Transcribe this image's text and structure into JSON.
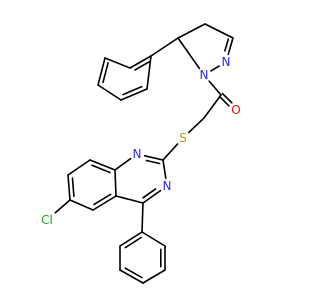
{
  "molecule": {
    "atoms": [
      {
        "id": "a1",
        "label": "",
        "color": "#000000"
      },
      {
        "id": "a2",
        "label": "N",
        "color": "#2b2bf0"
      },
      {
        "id": "a3",
        "label": "",
        "color": "#000000"
      },
      {
        "id": "a4",
        "label": "",
        "color": "#000000"
      },
      {
        "id": "a5",
        "label": "N",
        "color": "#2b2bf0"
      },
      {
        "id": "a6",
        "label": "",
        "color": "#000000"
      },
      {
        "id": "a7",
        "label": "O",
        "color": "#e81010"
      },
      {
        "id": "a8",
        "label": "",
        "color": "#000000"
      },
      {
        "id": "a9",
        "label": "S",
        "color": "#b59a00"
      },
      {
        "id": "a10",
        "label": "",
        "color": "#000000"
      },
      {
        "id": "a11",
        "label": "N",
        "color": "#2b2bf0"
      },
      {
        "id": "a12",
        "label": "",
        "color": "#000000"
      },
      {
        "id": "a13",
        "label": "",
        "color": "#000000"
      },
      {
        "id": "a14",
        "label": "",
        "color": "#000000"
      },
      {
        "id": "a15",
        "label": "",
        "color": "#000000"
      },
      {
        "id": "a16",
        "label": "",
        "color": "#000000"
      },
      {
        "id": "a17",
        "label": "",
        "color": "#000000"
      },
      {
        "id": "a18",
        "label": "N",
        "color": "#2b2bf0"
      },
      {
        "id": "a19",
        "label": "Cl",
        "color": "#1aa31a"
      },
      {
        "id": "a20",
        "label": "",
        "color": "#000000"
      },
      {
        "id": "a21",
        "label": "",
        "color": "#000000"
      },
      {
        "id": "a22",
        "label": "",
        "color": "#000000"
      },
      {
        "id": "a23",
        "label": "",
        "color": "#000000"
      },
      {
        "id": "a24",
        "label": "",
        "color": "#000000"
      },
      {
        "id": "a25",
        "label": "",
        "color": "#000000"
      },
      {
        "id": "a26",
        "label": "",
        "color": "#000000"
      },
      {
        "id": "a27",
        "label": "",
        "color": "#000000"
      },
      {
        "id": "a28",
        "label": "",
        "color": "#000000"
      },
      {
        "id": "a29",
        "label": "",
        "color": "#000000"
      },
      {
        "id": "a30",
        "label": "",
        "color": "#000000"
      },
      {
        "id": "a31",
        "label": "",
        "color": "#000000"
      }
    ],
    "bonds": [
      {
        "from": "a1",
        "to": "a2",
        "order": 2
      },
      {
        "from": "a2",
        "to": "a5",
        "order": 1
      },
      {
        "from": "a5",
        "to": "a4",
        "order": 1
      },
      {
        "from": "a4",
        "to": "a3",
        "order": 1
      },
      {
        "from": "a3",
        "to": "a1",
        "order": 1
      },
      {
        "from": "a5",
        "to": "a6",
        "order": 1
      },
      {
        "from": "a6",
        "to": "a7",
        "order": 2
      },
      {
        "from": "a6",
        "to": "a8",
        "order": 1
      },
      {
        "from": "a8",
        "to": "a9",
        "order": 1
      },
      {
        "from": "a9",
        "to": "a10",
        "order": 1
      },
      {
        "from": "a10",
        "to": "a11",
        "order": 2
      },
      {
        "from": "a11",
        "to": "a12",
        "order": 1
      },
      {
        "from": "a12",
        "to": "a13",
        "order": 2
      },
      {
        "from": "a13",
        "to": "a14",
        "order": 1
      },
      {
        "from": "a14",
        "to": "a15",
        "order": 2
      },
      {
        "from": "a15",
        "to": "a16",
        "order": 1
      },
      {
        "from": "a16",
        "to": "a17",
        "order": 2
      },
      {
        "from": "a17",
        "to": "a12",
        "order": 1
      },
      {
        "from": "a17",
        "to": "a20",
        "order": 1
      },
      {
        "from": "a20",
        "to": "a18",
        "order": 2
      },
      {
        "from": "a18",
        "to": "a10",
        "order": 1
      },
      {
        "from": "a15",
        "to": "a19",
        "order": 1
      },
      {
        "from": "a20",
        "to": "a21",
        "order": 1
      },
      {
        "from": "a21",
        "to": "a22",
        "order": 2
      },
      {
        "from": "a22",
        "to": "a23",
        "order": 1
      },
      {
        "from": "a23",
        "to": "a24",
        "order": 2
      },
      {
        "from": "a24",
        "to": "a25",
        "order": 1
      },
      {
        "from": "a25",
        "to": "a26",
        "order": 2
      },
      {
        "from": "a26",
        "to": "a21",
        "order": 1
      },
      {
        "from": "a4",
        "to": "a27",
        "order": 1
      },
      {
        "from": "a27",
        "to": "a28",
        "order": 2
      },
      {
        "from": "a28",
        "to": "a29",
        "order": 1
      },
      {
        "from": "a29",
        "to": "a30",
        "order": 2
      },
      {
        "from": "a30",
        "to": "a31",
        "order": 1
      },
      {
        "from": "a31",
        "to": "a32",
        "order": 2
      },
      {
        "from": "a32",
        "to": "a27",
        "order": 1
      }
    ]
  }
}
